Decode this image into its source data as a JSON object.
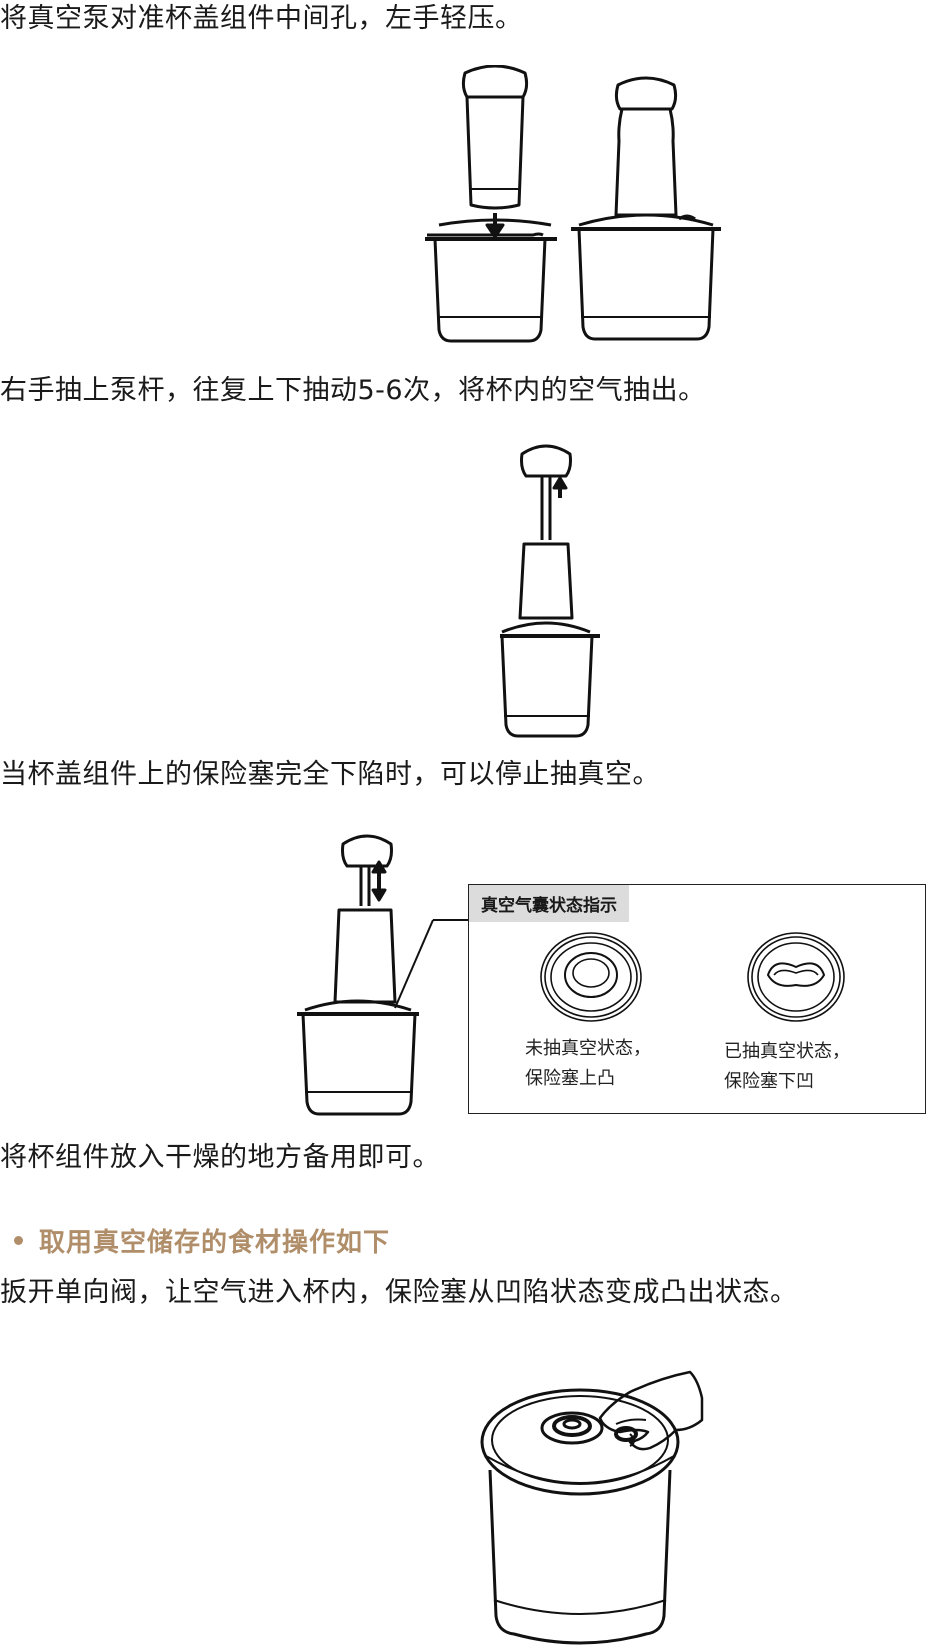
{
  "steps": {
    "step1": "将真空泵对准杯盖组件中间孔，左手轻压。",
    "step2": "右手抽上泵杆，往复上下抽动5-6次，将杯内的空气抽出。",
    "step3": "当杯盖组件上的保险塞完全下陷时，可以停止抽真空。",
    "step4": "将杯组件放入干燥的地方备用即可。",
    "section_heading": "取用真空储存的食材操作如下",
    "step5": "扳开单向阀，让空气进入杯内，保险塞从凹陷状态变成凸出状态。"
  },
  "indicator": {
    "title": "真空气囊状态指示",
    "left_caption_line1": "未抽真空状态，",
    "left_caption_line2": "保险塞上凸",
    "right_caption_line1": "已抽真空状态，",
    "right_caption_line2": "保险塞下凹"
  },
  "colors": {
    "heading_accent": "#b08e6a",
    "text": "#1a1a1a",
    "indicator_title_bg": "#dcdcdc"
  }
}
